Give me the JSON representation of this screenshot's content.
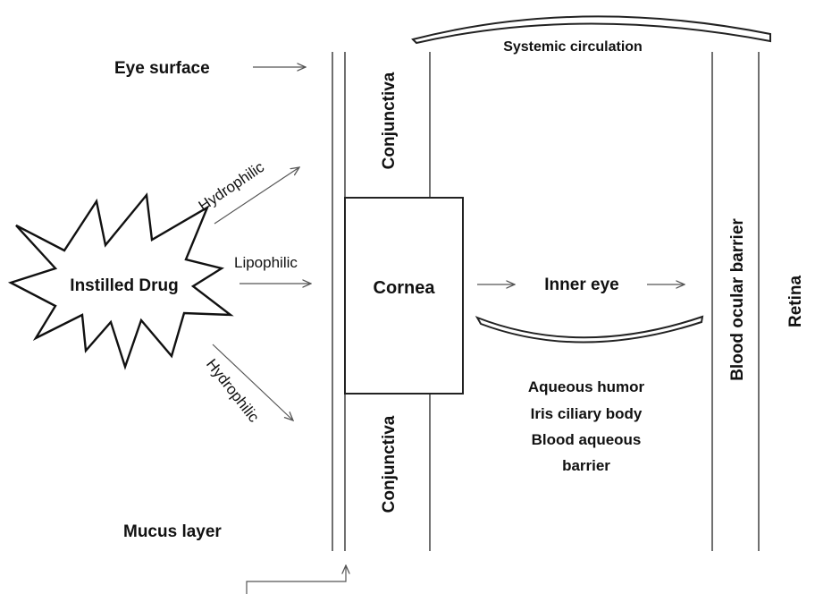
{
  "labels": {
    "eye_surface": "Eye surface",
    "systemic_circulation": "Systemic circulation",
    "conjunctiva_top": "Conjunctiva",
    "conjunctiva_bottom": "Conjunctiva",
    "hydrophilic_top": "Hydrophilic",
    "hydrophilic_bottom": "Hydrophilic",
    "lipophilic": "Lipophilic",
    "instilled_drug": "Instilled Drug",
    "cornea": "Cornea",
    "inner_eye": "Inner eye",
    "blood_ocular_barrier": "Blood ocular barrier",
    "retina": "Retina",
    "aqueous_humor": "Aqueous humor",
    "iris_ciliary_body": "Iris ciliary body",
    "blood_aqueous": "Blood aqueous",
    "barrier": "barrier",
    "mucus_layer": "Mucus layer"
  }
}
